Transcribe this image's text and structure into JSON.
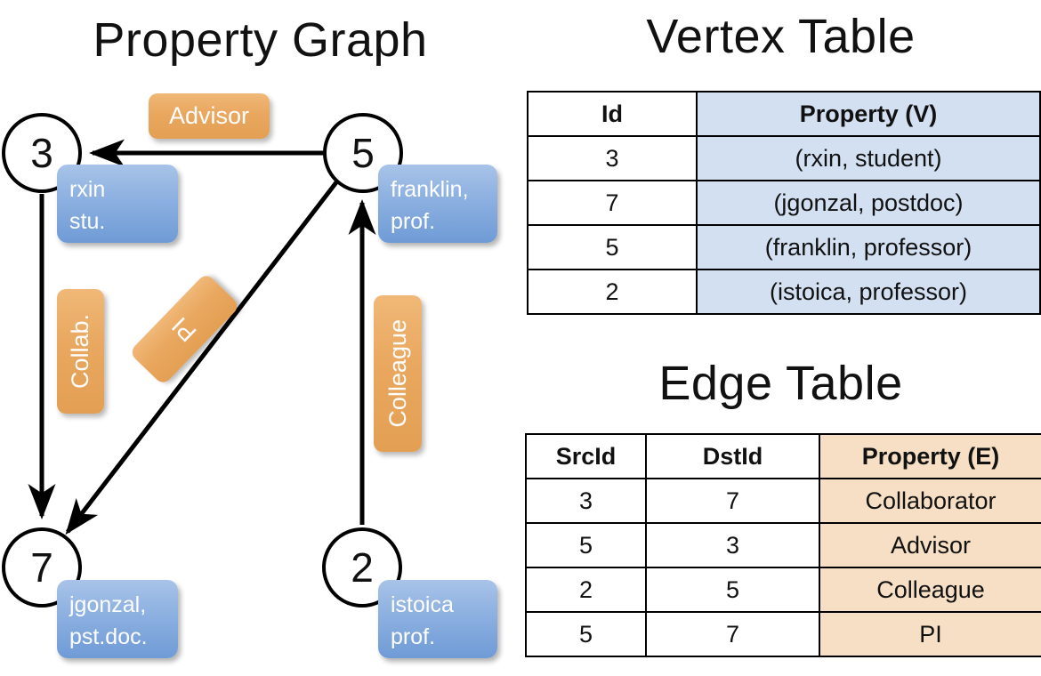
{
  "titles": {
    "property_graph": "Property Graph",
    "vertex_table": "Vertex Table",
    "edge_table": "Edge Table"
  },
  "graph": {
    "nodes": [
      {
        "id": "3",
        "property": "rxin\nstu.",
        "prop_line1": "rxin",
        "prop_line2": "stu."
      },
      {
        "id": "5",
        "property": "franklin,\nprof.",
        "prop_line1": "franklin,",
        "prop_line2": "prof."
      },
      {
        "id": "7",
        "property": "jgonzal,\npst.doc.",
        "prop_line1": "jgonzal,",
        "prop_line2": "pst.doc."
      },
      {
        "id": "2",
        "property": "istoica\nprof.",
        "prop_line1": "istoica",
        "prop_line2": "prof."
      }
    ],
    "edge_labels": [
      {
        "name": "advisor",
        "text": "Advisor",
        "from": "5",
        "to": "3"
      },
      {
        "name": "collab",
        "text": "Collab.",
        "from": "3",
        "to": "7"
      },
      {
        "name": "pi",
        "text": "PI",
        "from": "5",
        "to": "7"
      },
      {
        "name": "colleague",
        "text": "Colleague",
        "from": "2",
        "to": "5"
      }
    ],
    "colors": {
      "node_fill": "#ffffff",
      "node_stroke": "#000000",
      "property_box": "#8cb0e0",
      "label_box": "#e9a75f",
      "edge_stroke": "#000000"
    }
  },
  "vertex_table": {
    "headers": [
      "Id",
      "Property (V)"
    ],
    "rows": [
      {
        "id": "3",
        "property": "(rxin, student)"
      },
      {
        "id": "7",
        "property": "(jgonzal, postdoc)"
      },
      {
        "id": "5",
        "property": "(franklin, professor)"
      },
      {
        "id": "2",
        "property": "(istoica, professor)"
      }
    ],
    "property_column_color": "#d3e0f2"
  },
  "edge_table": {
    "headers": [
      "SrcId",
      "DstId",
      "Property (E)"
    ],
    "rows": [
      {
        "src": "3",
        "dst": "7",
        "property": "Collaborator"
      },
      {
        "src": "5",
        "dst": "3",
        "property": "Advisor"
      },
      {
        "src": "2",
        "dst": "5",
        "property": "Colleague"
      },
      {
        "src": "5",
        "dst": "7",
        "property": "PI"
      }
    ],
    "property_column_color": "#f6dfc4"
  }
}
